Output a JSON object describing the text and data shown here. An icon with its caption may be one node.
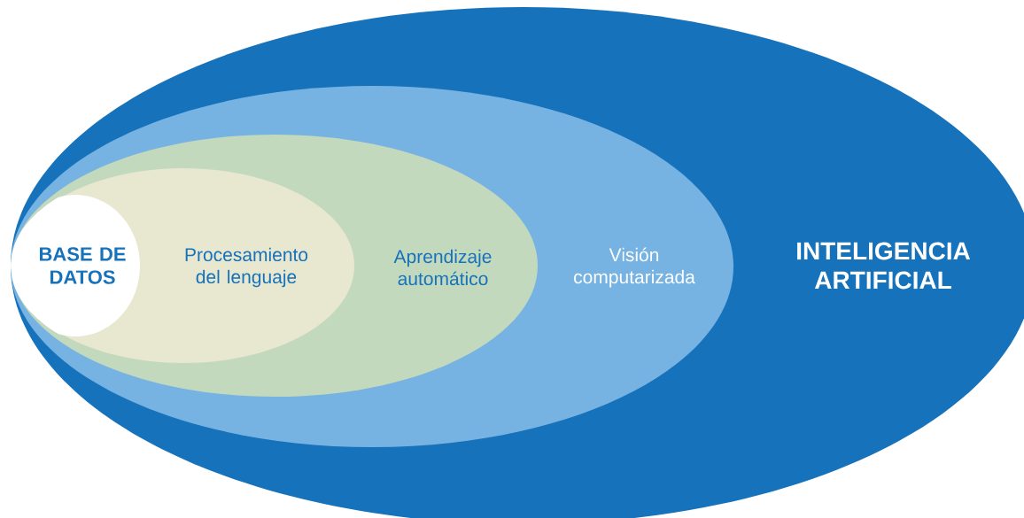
{
  "diagram": {
    "nodes": [
      {
        "text": [
          "INTELIGENCIA ARTIFICIAL"
        ]
      },
      {
        "text": [
          "Visión computarizada"
        ],
        "in": 0
      },
      {
        "text": [
          "Aprendizaje automático"
        ],
        "in": 1
      },
      {
        "text": [
          "Procesamiento del lenguaje"
        ],
        "in": 2
      },
      {
        "text": [
          "BASE DE DATOS"
        ],
        "in": 3
      }
    ]
  }
}
